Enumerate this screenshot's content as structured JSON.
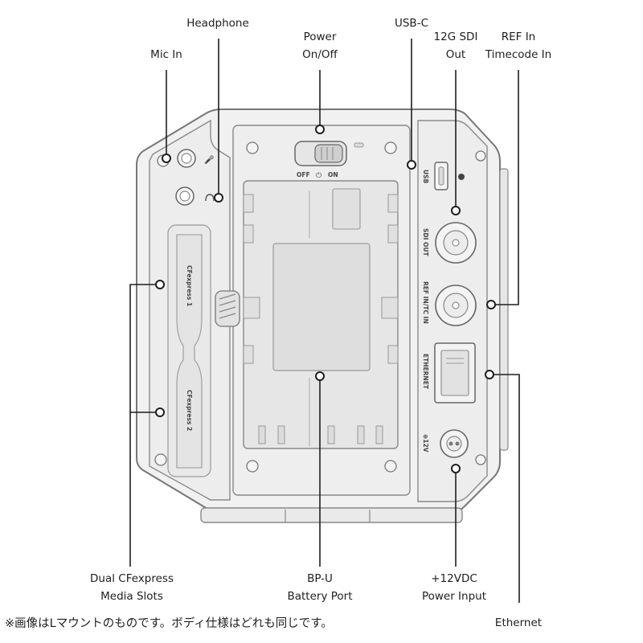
{
  "callouts": {
    "mic_in": "Mic In",
    "headphone": "Headphone",
    "power_1": "Power",
    "power_2": "On/Off",
    "usbc": "USB-C",
    "sdi_1": "12G SDI",
    "sdi_2": "Out",
    "ref_1": "REF In",
    "ref_2": "Timecode In",
    "dual_1": "Dual CFexpress",
    "dual_2": "Media Slots",
    "bpu_1": "BP-U",
    "bpu_2": "Battery Port",
    "dc_1": "+12VDC",
    "dc_2": "Power Input",
    "ethernet": "Ethernet"
  },
  "panel_labels": {
    "off": "OFF",
    "on": "ON",
    "usb": "USB",
    "sdi_out": "SDI OUT",
    "ref_in": "REF IN/TC IN",
    "ethernet": "ETHERNET",
    "dc12": "⊕12V",
    "cfexpress1": "CFexpress 1",
    "cfexpress2": "CFexpress 2"
  },
  "footnote": "※画像はLマウントのものです。ボディ仕様はどれも同じです。"
}
